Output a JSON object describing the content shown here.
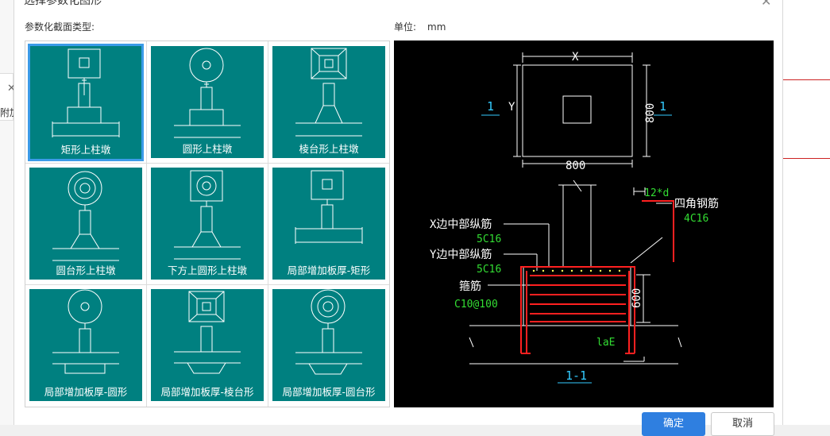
{
  "dialog": {
    "title": "选择参数化图形",
    "close_glyph": "✕",
    "section_type_label": "参数化截面类型:",
    "unit_label": "单位:",
    "unit_value": "mm",
    "ok_label": "确定",
    "cancel_label": "取消"
  },
  "background": {
    "left_close_glyph": "✕",
    "left_label": "附加"
  },
  "types": [
    {
      "label": "矩形上柱墩",
      "selected": true
    },
    {
      "label": "圆形上柱墩",
      "selected": false
    },
    {
      "label": "棱台形上柱墩",
      "selected": false
    },
    {
      "label": "圆台形上柱墩",
      "selected": false
    },
    {
      "label": "下方上圆形上柱墩",
      "selected": false
    },
    {
      "label": "局部增加板厚-矩形",
      "selected": false
    },
    {
      "label": "局部增加板厚-圆形",
      "selected": false
    },
    {
      "label": "局部增加板厚-棱台形",
      "selected": false
    },
    {
      "label": "局部增加板厚-圆台形",
      "selected": false
    }
  ],
  "preview": {
    "dim_x": "X",
    "dim_y": "Y",
    "dim_800_bottom": "800",
    "dim_800_right": "800",
    "section_mark_left": "1",
    "section_mark_right": "1",
    "anchor_12d": "12*d",
    "corner_bar_label": "四角钢筋",
    "corner_bar_value": "4C16",
    "x_bar_label": "X边中部纵筋",
    "x_bar_value": "5C16",
    "y_bar_label": "Y边中部纵筋",
    "y_bar_value": "5C16",
    "stirrup_label": "箍筋",
    "stirrup_value": "C10@100",
    "dim_600": "600",
    "lae": "laE",
    "section_title": "1-1"
  },
  "colors": {
    "tile": "#008080",
    "selection": "#3b9be8",
    "primary_button": "#2f7fe0",
    "cad_line": "#ffffff",
    "cad_rebar": "#ff2020",
    "cad_value": "#33dd33",
    "cad_cyan": "#33ccff"
  }
}
